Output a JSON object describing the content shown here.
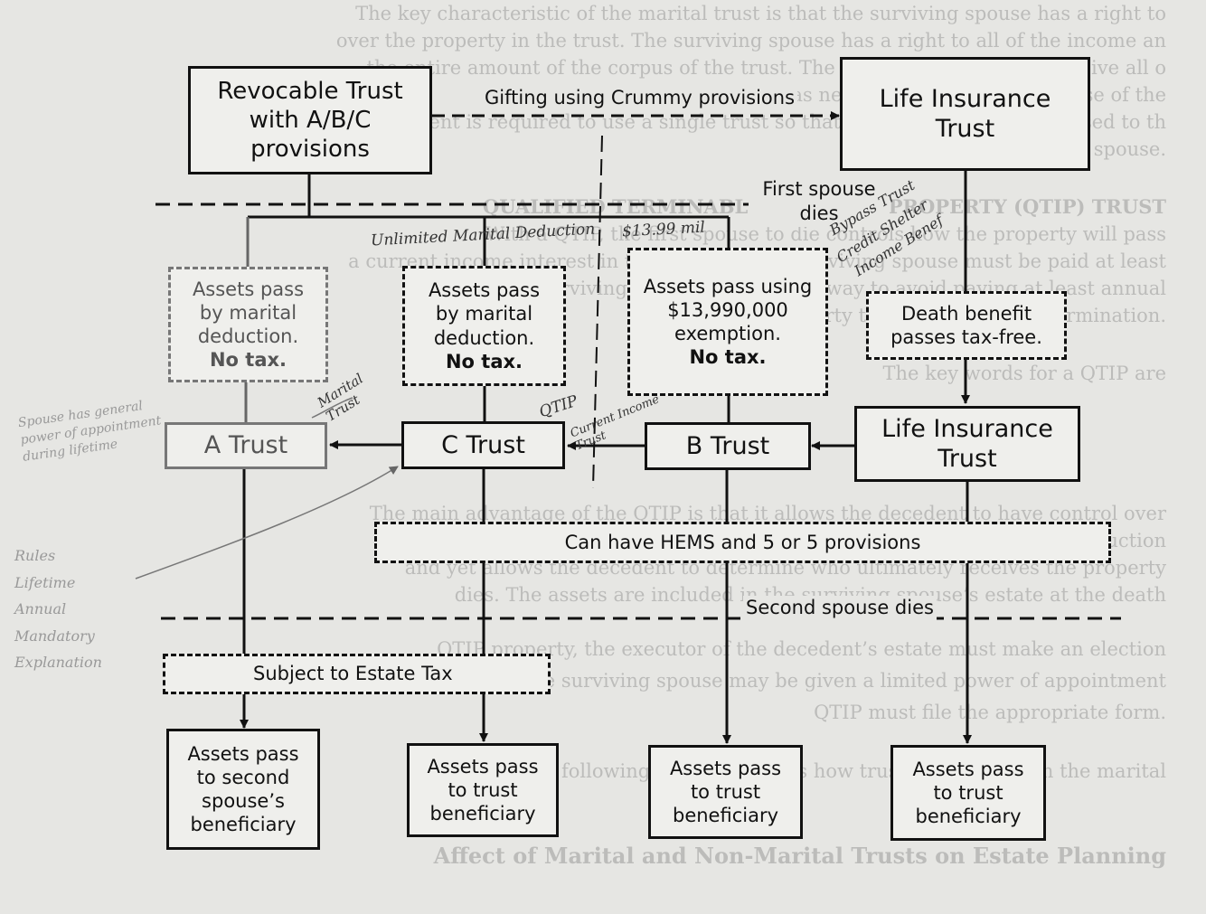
{
  "boxes": {
    "revocable_trust": "Revocable Trust with A/B/C provisions",
    "life_insurance_trust_top": "Life Insurance Trust",
    "assets_marital_a": {
      "text": "Assets pass by marital deduction.",
      "bold": "No tax."
    },
    "assets_marital_c": {
      "text": "Assets pass by marital deduction.",
      "bold": "No tax."
    },
    "assets_exemption": {
      "text": "Assets pass using $13,990,000 exemption.",
      "bold": "No tax."
    },
    "death_benefit": "Death benefit passes tax-free.",
    "a_trust": "A Trust",
    "c_trust": "C Trust",
    "b_trust": "B Trust",
    "life_insurance_trust_mid": "Life Insurance Trust",
    "hems": "Can have HEMS and 5 or 5 provisions",
    "estate_tax": "Subject to Estate Tax",
    "out_a": "Assets pass to second spouse’s beneficiary",
    "out_c": "Assets pass to trust beneficiary",
    "out_b": "Assets pass to trust beneficiary",
    "out_life": "Assets pass to trust beneficiary"
  },
  "labels": {
    "gifting": "Gifting using Crummy provisions",
    "first_spouse": "First spouse dies",
    "second_spouse": "Second spouse dies"
  },
  "handwriting": {
    "unlimited": "Unlimited Marital Deduction",
    "amount": "$13.99 mil",
    "bypass": "Bypass Trust",
    "credit": "Credit Shelter",
    "income": "Income Benef",
    "marital_trust": "Marital Trust",
    "qtip": "QTIP",
    "current_income": "Current Income Trust",
    "margin_note": "Spouse has general power of appointment during lifetime",
    "rules": [
      "Rules",
      "Lifetime",
      "Annual",
      "Mandatory",
      "Explanation"
    ]
  },
  "background_text": [
    "The key characteristic of the marital trust is that the surviving spouse has a right to",
    "over the property in the trust. The surviving spouse has a right to all of the income an",
    "the entire amount of the corpus of the trust. The surviving spouse can receive all o",
    "property of the trust as needed. The surviving spouse of the",
    "decedent is required to use a single trust so that the property may be passed to th",
    "surviving spouse.",
    "QUALIFIED TERMINABLE INTEREST PROPERTY (QTIP) TRUST",
    "With a QTIP, the first spouse to die controls how the property will pass",
    "a current income interest in the property. The surviving spouse must be paid at least",
    "the surviving spouse. There is no way to avoid paying at least annual",
    "the property to the spouse upon termination.",
    "The key words for a QTIP are",
    "The main advantage of the QTIP is that it allows the decedent to have control over",
    "property when the surviving spouse dies, while still getting the marital deduction",
    "and yet allows the decedent to determine who ultimately receives the property",
    "dies. The assets are included in the surviving spouse’s estate at the death",
    "QTIP property, the executor of the decedent’s estate must make an election",
    "return. The surviving spouse may be given a limited power of appointment",
    "QTIP must file the appropriate form.",
    "The following table illustrates how trusts compare with the marital",
    "Affect of Marital and Non-Marital Trusts on Estate Planning"
  ],
  "colors": {
    "ink": "#111111",
    "paper": "#e6e6e3",
    "pencil": "#999999"
  }
}
